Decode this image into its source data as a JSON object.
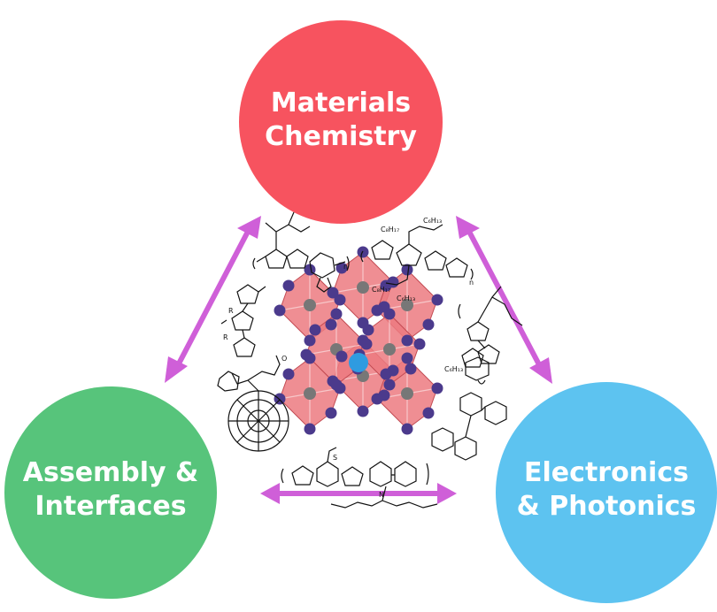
{
  "nodes": [
    {
      "id": "materials",
      "lines": [
        "Materials",
        "Chemistry"
      ],
      "color": "#f7535f"
    },
    {
      "id": "assembly",
      "lines": [
        "Assembly &",
        "Interfaces"
      ],
      "color": "#57c47b"
    },
    {
      "id": "electronics",
      "lines": [
        "Electronics",
        "& Photonics"
      ],
      "color": "#5dc3f0"
    }
  ],
  "arrow_color": "#cf5fd8",
  "crystal": {
    "octahedron_color": "#ec7a80",
    "anion_color": "#4b3a8c",
    "metal_color": "#777777",
    "cation_color": "#2f9be0"
  },
  "molecule_labels": {
    "m1": "C₈H₁₇",
    "m2": "C₆H₁₃",
    "m3": "C₈H₁₇",
    "m4": "C₆H₁₃",
    "m5": "C₆H₁₃",
    "n": "n",
    "r": "R",
    "o": "O",
    "s": "S",
    "n_atom": "N"
  }
}
